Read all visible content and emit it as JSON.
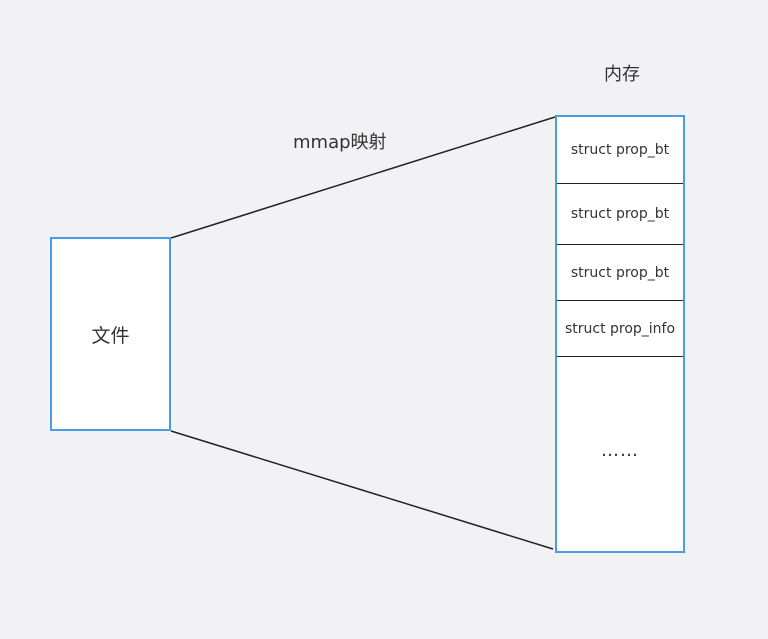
{
  "labels": {
    "memory": "内存",
    "mapping": "mmap映射"
  },
  "file": {
    "label": "文件"
  },
  "memory_cells": [
    "struct prop_bt",
    "struct prop_bt",
    "struct prop_bt",
    "struct prop_info",
    "……"
  ],
  "colors": {
    "box_border": "#4a9be8",
    "background": "#f2f2f5",
    "line": "#222222",
    "text": "#333333"
  }
}
